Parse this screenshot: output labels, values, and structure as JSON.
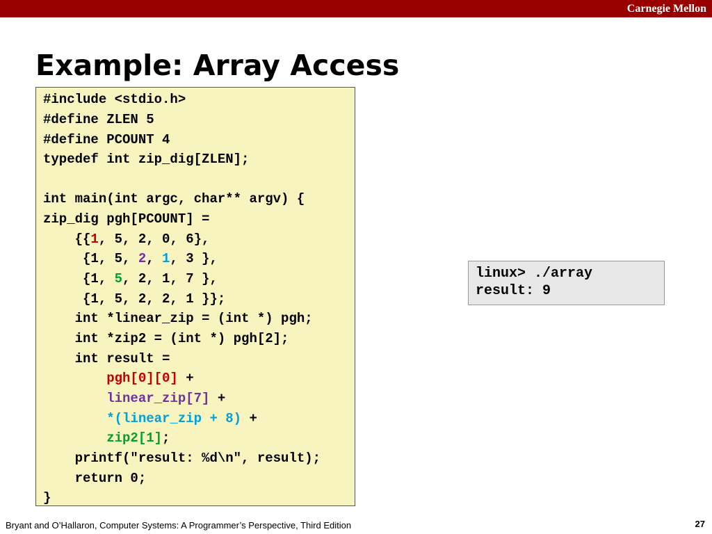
{
  "header": {
    "brand": "Carnegie Mellon"
  },
  "slide": {
    "title": "Example: Array Access",
    "code": {
      "line01": "#include <stdio.h>",
      "line02": "#define ZLEN 5",
      "line03": "#define PCOUNT 4",
      "line04": "typedef int zip_dig[ZLEN];",
      "line05": "int main(int argc, char** argv) {",
      "line06": "zip_dig pgh[PCOUNT] =",
      "line07_pre": "    {{",
      "line07_hl": "1",
      "line07_post": ", 5, 2, 0, 6},",
      "line08_pre": "     {1, 5, ",
      "line08_hl1": "2",
      "line08_mid": ", ",
      "line08_hl2": "1",
      "line08_post": ", 3 },",
      "line09_pre": "     {1, ",
      "line09_hl": "5",
      "line09_post": ", 2, 1, 7 },",
      "line10": "     {1, 5, 2, 2, 1 }};",
      "line11": "    int *linear_zip = (int *) pgh;",
      "line12": "    int *zip2 = (int *) pgh[2];",
      "line13": "    int result =",
      "line14_pre": "        ",
      "line14_hl": "pgh[0][0]",
      "line14_post": " +",
      "line15_pre": "        ",
      "line15_hl": "linear_zip[7]",
      "line15_post": " +",
      "line16_pre": "        ",
      "line16_hl": "*(linear_zip + 8)",
      "line16_post": " +",
      "line17_pre": "        ",
      "line17_hl": "zip2[1]",
      "line17_post": ";",
      "line18": "    printf(\"result: %d\\n\", result);",
      "line19": "    return 0;",
      "line20": "}"
    },
    "output": {
      "line1": "linux> ./array",
      "line2": "result: 9"
    }
  },
  "footer": {
    "citation": "Bryant and O’Hallaron, Computer Systems: A Programmer’s Perspective, Third Edition",
    "page_number": "27"
  },
  "colors": {
    "header_bar": "#990000",
    "code_background": "#f7f4c0",
    "output_background": "#e8e8e8",
    "highlight_red": "#c00000",
    "highlight_purple": "#7030a0",
    "highlight_blue": "#00a0d8",
    "highlight_green": "#00a030"
  }
}
